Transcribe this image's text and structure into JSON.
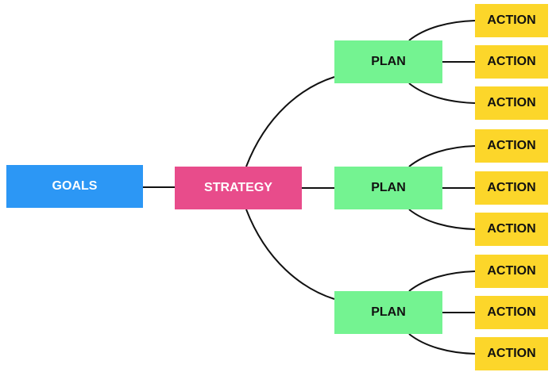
{
  "colors": {
    "goals": "#2c97f5",
    "strategy": "#e84c8b",
    "plan": "#74f391",
    "action": "#fcd62a",
    "line": "#111111"
  },
  "goals": {
    "label": "GOALS"
  },
  "strategy": {
    "label": "STRATEGY"
  },
  "plans": [
    {
      "label": "PLAN",
      "actions": [
        "ACTION",
        "ACTION",
        "ACTION"
      ]
    },
    {
      "label": "PLAN",
      "actions": [
        "ACTION",
        "ACTION",
        "ACTION"
      ]
    },
    {
      "label": "PLAN",
      "actions": [
        "ACTION",
        "ACTION",
        "ACTION"
      ]
    }
  ]
}
